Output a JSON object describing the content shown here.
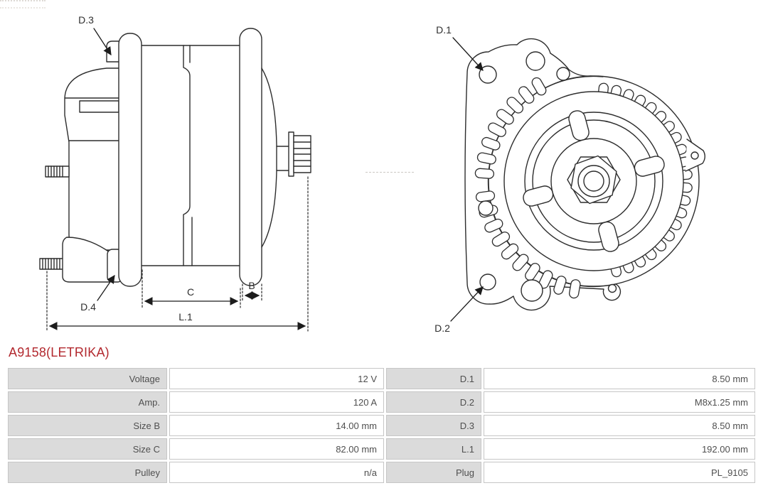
{
  "page": {
    "title": "A9158(LETRIKA)"
  },
  "colors": {
    "accent_red": "#b2282e",
    "drawing_line": "#2d2d2d",
    "table_label_bg": "#dbdbdb",
    "table_border": "#c6c6c6",
    "table_text": "#4f4f4f"
  },
  "drawings": {
    "side_view": {
      "label_d3": "D.3",
      "label_d4": "D.4",
      "dim_c": "C",
      "dim_b": "B",
      "dim_l1": "L.1"
    },
    "front_view": {
      "label_d1": "D.1",
      "label_d2": "D.2"
    }
  },
  "specs": {
    "rows": [
      {
        "l1": "Voltage",
        "v1": "12 V",
        "l2": "D.1",
        "v2": "8.50 mm"
      },
      {
        "l1": "Amp.",
        "v1": "120 A",
        "l2": "D.2",
        "v2": "M8x1.25 mm"
      },
      {
        "l1": "Size B",
        "v1": "14.00 mm",
        "l2": "D.3",
        "v2": "8.50 mm"
      },
      {
        "l1": "Size C",
        "v1": "82.00 mm",
        "l2": "L.1",
        "v2": "192.00 mm"
      },
      {
        "l1": "Pulley",
        "v1": "n/a",
        "l2": "Plug",
        "v2": "PL_9105"
      }
    ]
  }
}
